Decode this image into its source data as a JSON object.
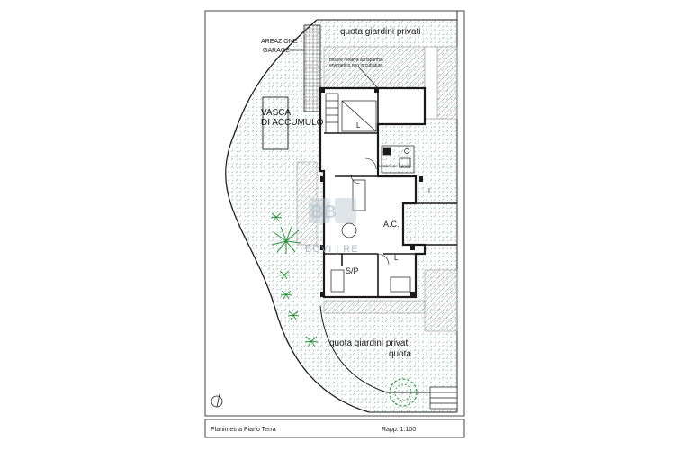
{
  "labels": {
    "garden_top": "quota giardini privati",
    "areazione": "AREAZIONE",
    "garage": "GARAGE",
    "note_line1": "misure relativa al risparmio",
    "note_line2": "energetico non in cubatura",
    "vasca_line1": "VASCA",
    "vasca_line2": "DI ACCUMULO",
    "bath_top": "L",
    "kitchen": "postazione fornelli",
    "ac": "A.C.",
    "sp": "S/P",
    "bath_bottom": "L",
    "side_mark": "I",
    "garden_bottom": "quota giardini privati",
    "garden_bottom_2": "quota"
  },
  "watermark": {
    "logo": "BB",
    "text": "BOVI | RE"
  },
  "footer": {
    "title": "Planimetria Piano Terra",
    "scale": "Rapp. 1:100"
  },
  "colors": {
    "line": "#1a1a1a",
    "hatch": "#6fa88f",
    "paving": "#c8c8c8",
    "plant": "#2f8f3f",
    "watermark": "#9aa9b8"
  }
}
